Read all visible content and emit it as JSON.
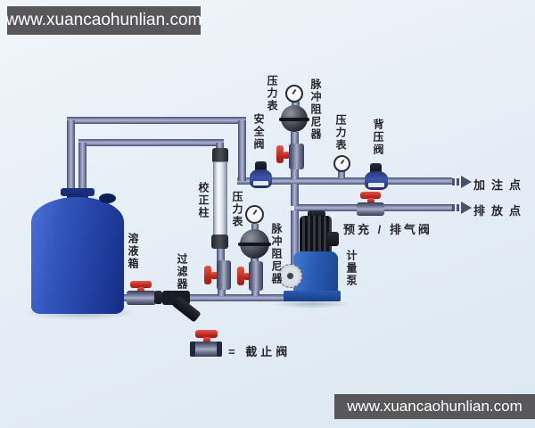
{
  "watermark": {
    "top_text": "www.xuancaohunlian.com",
    "bottom_text": "www.xuancaohunlian.com"
  },
  "colors": {
    "background": "#e6eef6",
    "pipe": "#7b84aa",
    "valve_red": "#c0271c",
    "valve_blue": "#3d55b0",
    "tank_blue": "#2747ac",
    "pump_blue": "#2a5cb4",
    "watermark_bg": "#58585a",
    "label_text": "#26262a"
  },
  "diagram": {
    "labels": {
      "pressure_gauge_top": "压力表",
      "pulse_damper_top": "脉冲阻尼器",
      "safety_valve": "安全阀",
      "pressure_gauge_right": "压力表",
      "back_pressure_valve": "背压阀",
      "injection_point": "加注点",
      "discharge_point": "排放点",
      "calibration_column": "校正柱",
      "pressure_gauge_mid": "压力表",
      "pulse_damper_mid": "脉冲阻尼器",
      "precharge_vent_valve": "预充 / 排气阀",
      "metering_pump": "计量泵",
      "solution_tank": "溶液箱",
      "filter": "过滤器",
      "legend": "= 截止阀"
    }
  }
}
